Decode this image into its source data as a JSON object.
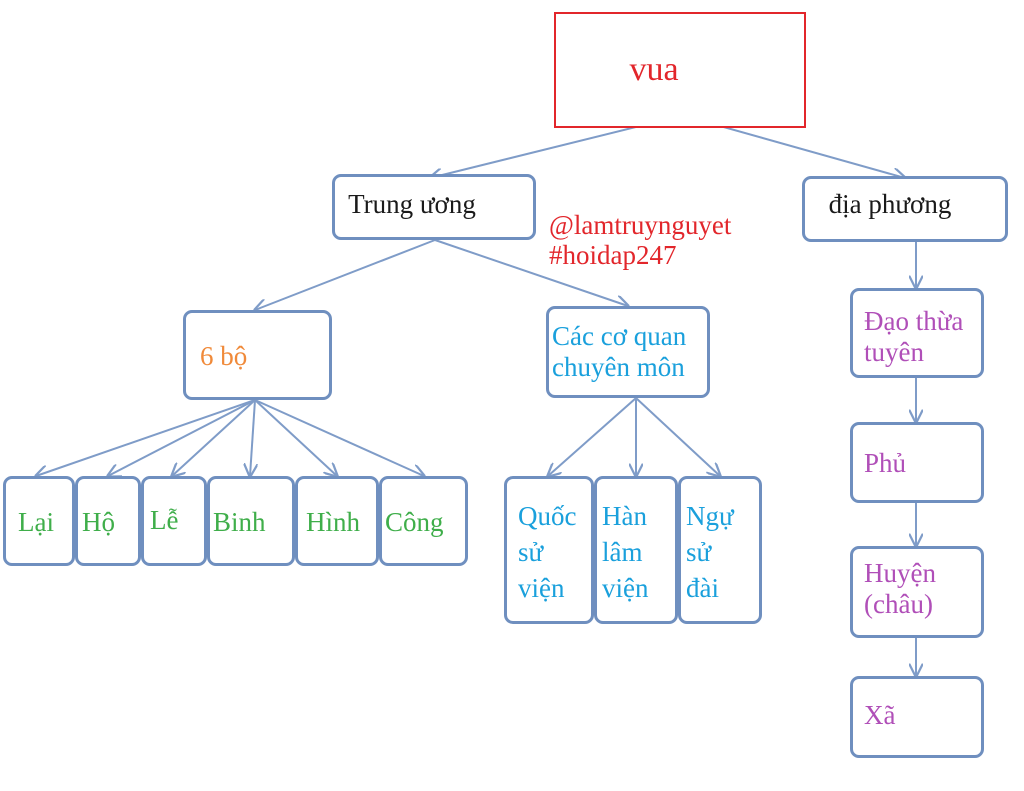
{
  "colors": {
    "root": "#e2262b",
    "level1": "#1a1a1a",
    "six_ministries": "#f08a3a",
    "ministries": "#3fae4a",
    "agencies": "#1aa0dc",
    "local": "#b04fb8",
    "connector": "#7f9cc8",
    "box_border": "#6f8fbf"
  },
  "root": {
    "label": "vua"
  },
  "central": {
    "label": "Trung ương",
    "children": [
      {
        "label": "6 bộ",
        "ministries": [
          "Lại",
          "Hộ",
          "Lễ",
          "Binh",
          "Hình",
          "Công"
        ]
      },
      {
        "label": "Các cơ quan\nchuyên môn",
        "agencies": [
          "Quốc\nsử\nviện",
          "Hàn\nlâm\nviện",
          "Ngự\nsử\nđài"
        ]
      }
    ]
  },
  "local": {
    "label": "địa phương",
    "levels": [
      "Đạo thừa\ntuyên",
      "Phủ",
      "Huyện\n(châu)",
      "Xã"
    ]
  },
  "watermark": "@lamtruynguyet\n#hoidap247"
}
